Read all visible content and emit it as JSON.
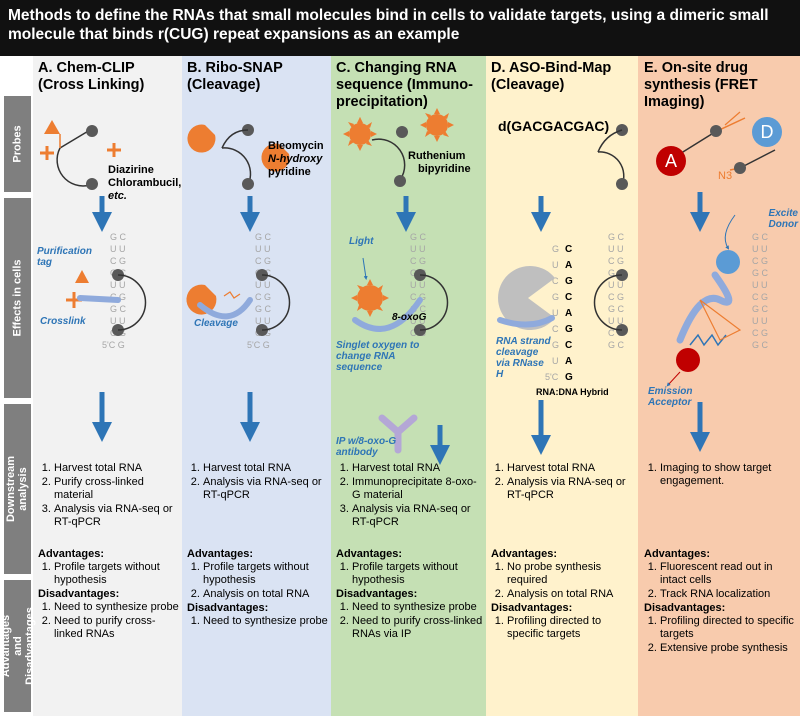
{
  "title": "Methods to define the RNAs that small molecules bind in cells to validate targets, using a dimeric small molecule that binds r(CUG) repeat expansions as an example",
  "side_labels": {
    "probes": "Probes",
    "effects": "Effects in cells",
    "downstream": "Downstream analysis",
    "advdis": "Advantages and Disadvantages"
  },
  "columns": {
    "a": {
      "heading": "A. Chem-CLIP (Cross Linking)",
      "probe_label_1": "Diazirine",
      "probe_label_2": "Chlorambucil,",
      "probe_label_3": "etc.",
      "effect_label_1": "Purification tag",
      "effect_label_2": "Crosslink",
      "downstream": [
        "Harvest total RNA",
        "Purify cross-linked material",
        "Analysis via RNA-seq or RT-qPCR"
      ],
      "adv_title": "Advantages:",
      "advantages": [
        "Profile targets without hypothesis"
      ],
      "dis_title": "Disadvantages:",
      "disadvantages": [
        "Need to synthesize probe",
        "Need to purify cross-linked RNAs"
      ]
    },
    "b": {
      "heading": "B. Ribo-SNAP (Cleavage)",
      "probe_label_1": "Bleomycin",
      "probe_label_2": "N-hydroxy",
      "probe_label_3": "pyridine",
      "effect_label_1": "Cleavage",
      "downstream": [
        "Harvest total RNA",
        "Analysis via RNA-seq or RT-qPCR"
      ],
      "adv_title": "Advantages:",
      "advantages": [
        "Profile targets without hypothesis",
        "Analysis on total RNA"
      ],
      "dis_title": "Disadvantages:",
      "disadvantages": [
        "Need to synthesize probe"
      ]
    },
    "c": {
      "heading": "C. Changing RNA sequence (Immuno-precipitation)",
      "probe_label_1": "Ruthenium",
      "probe_label_2": "bipyridine",
      "effect_label_1": "Light",
      "effect_label_2": "8-oxoG",
      "effect_label_3": "Singlet oxygen to change RNA sequence",
      "effect_label_4": "IP w/8-oxo-G antibody",
      "downstream": [
        "Harvest total RNA",
        "Immunoprecipitate 8-oxo-G material",
        "Analysis via RNA-seq or RT-qPCR"
      ],
      "adv_title": "Advantages:",
      "advantages": [
        "Profile targets without hypothesis"
      ],
      "dis_title": "Disadvantages:",
      "disadvantages": [
        "Need to synthesize probe",
        "Need to purify cross-linked RNAs via IP"
      ]
    },
    "d": {
      "heading": "D. ASO-Bind-Map (Cleavage)",
      "probe_label_1": "d(GACGACGAC)",
      "effect_label_1": "RNA strand cleavage via RNase H",
      "effect_label_2": "RNA:DNA Hybrid",
      "downstream": [
        "Harvest total RNA",
        "Analysis via RNA-seq or RT-qPCR"
      ],
      "adv_title": "Advantages:",
      "advantages": [
        "No probe synthesis required",
        "Analysis on total RNA"
      ],
      "dis_title": "Disadvantages:",
      "disadvantages": [
        "Profiling directed to specific targets"
      ]
    },
    "e": {
      "heading": "E. On-site drug synthesis (FRET Imaging)",
      "probe_a": "A",
      "probe_d": "D",
      "probe_n3": "N3",
      "effect_label_1": "Excite Donor",
      "effect_label_2": "Emission Acceptor",
      "downstream": [
        "Imaging to show target engagement."
      ],
      "adv_title": "Advantages:",
      "advantages": [
        "Fluorescent read out in intact cells",
        "Track RNA localization"
      ],
      "dis_title": "Disadvantages:",
      "disadvantages": [
        "Profiling directed to specific targets",
        "Extensive probe synthesis"
      ]
    }
  },
  "colors": {
    "arrow": "#2e75b6",
    "orange": "#ed7d31",
    "node": "#595959",
    "rna": "#a6a6a6",
    "acceptor": "#c00000",
    "donor": "#5b9bd5"
  }
}
